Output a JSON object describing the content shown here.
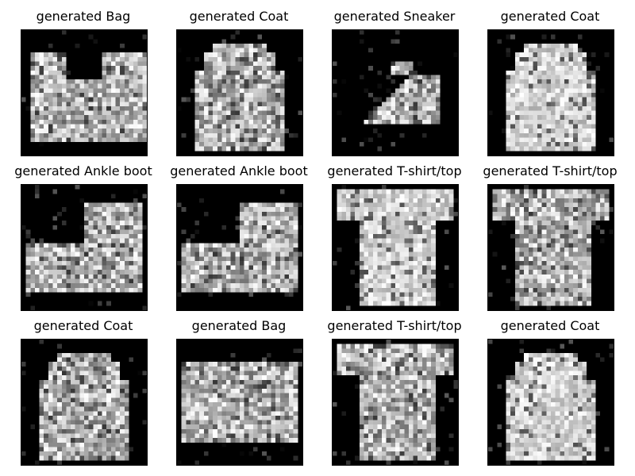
{
  "panels": [
    {
      "title": "generated Bag",
      "shape": "bag"
    },
    {
      "title": "generated Coat",
      "shape": "coat"
    },
    {
      "title": "generated Sneaker",
      "shape": "sneaker"
    },
    {
      "title": "generated Coat",
      "shape": "coat-bright"
    },
    {
      "title": "generated Ankle boot",
      "shape": "boot"
    },
    {
      "title": "generated Ankle boot",
      "shape": "boot"
    },
    {
      "title": "generated T-shirt/top",
      "shape": "tshirt-bright"
    },
    {
      "title": "generated T-shirt/top",
      "shape": "tshirt"
    },
    {
      "title": "generated Coat",
      "shape": "coat"
    },
    {
      "title": "generated Bag",
      "shape": "bag-round"
    },
    {
      "title": "generated T-shirt/top",
      "shape": "tshirt"
    },
    {
      "title": "generated Coat",
      "shape": "coat-bright"
    }
  ]
}
